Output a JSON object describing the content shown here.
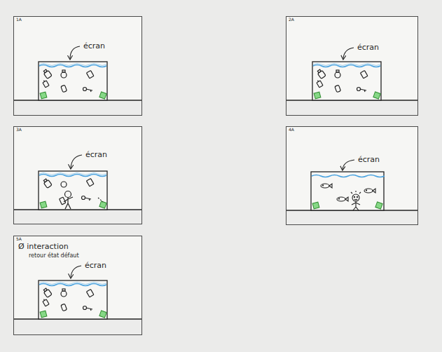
{
  "diagram": {
    "nodes": [
      {
        "text": [
          "1A",
          "écran"
        ]
      },
      {
        "text": [
          "2A",
          "écran"
        ]
      },
      {
        "text": [
          "3A",
          "écran"
        ]
      },
      {
        "text": [
          "4A",
          "écran"
        ]
      },
      {
        "text": [
          "5A",
          "Ø interaction",
          "retour état défaut",
          "écran"
        ]
      }
    ]
  }
}
